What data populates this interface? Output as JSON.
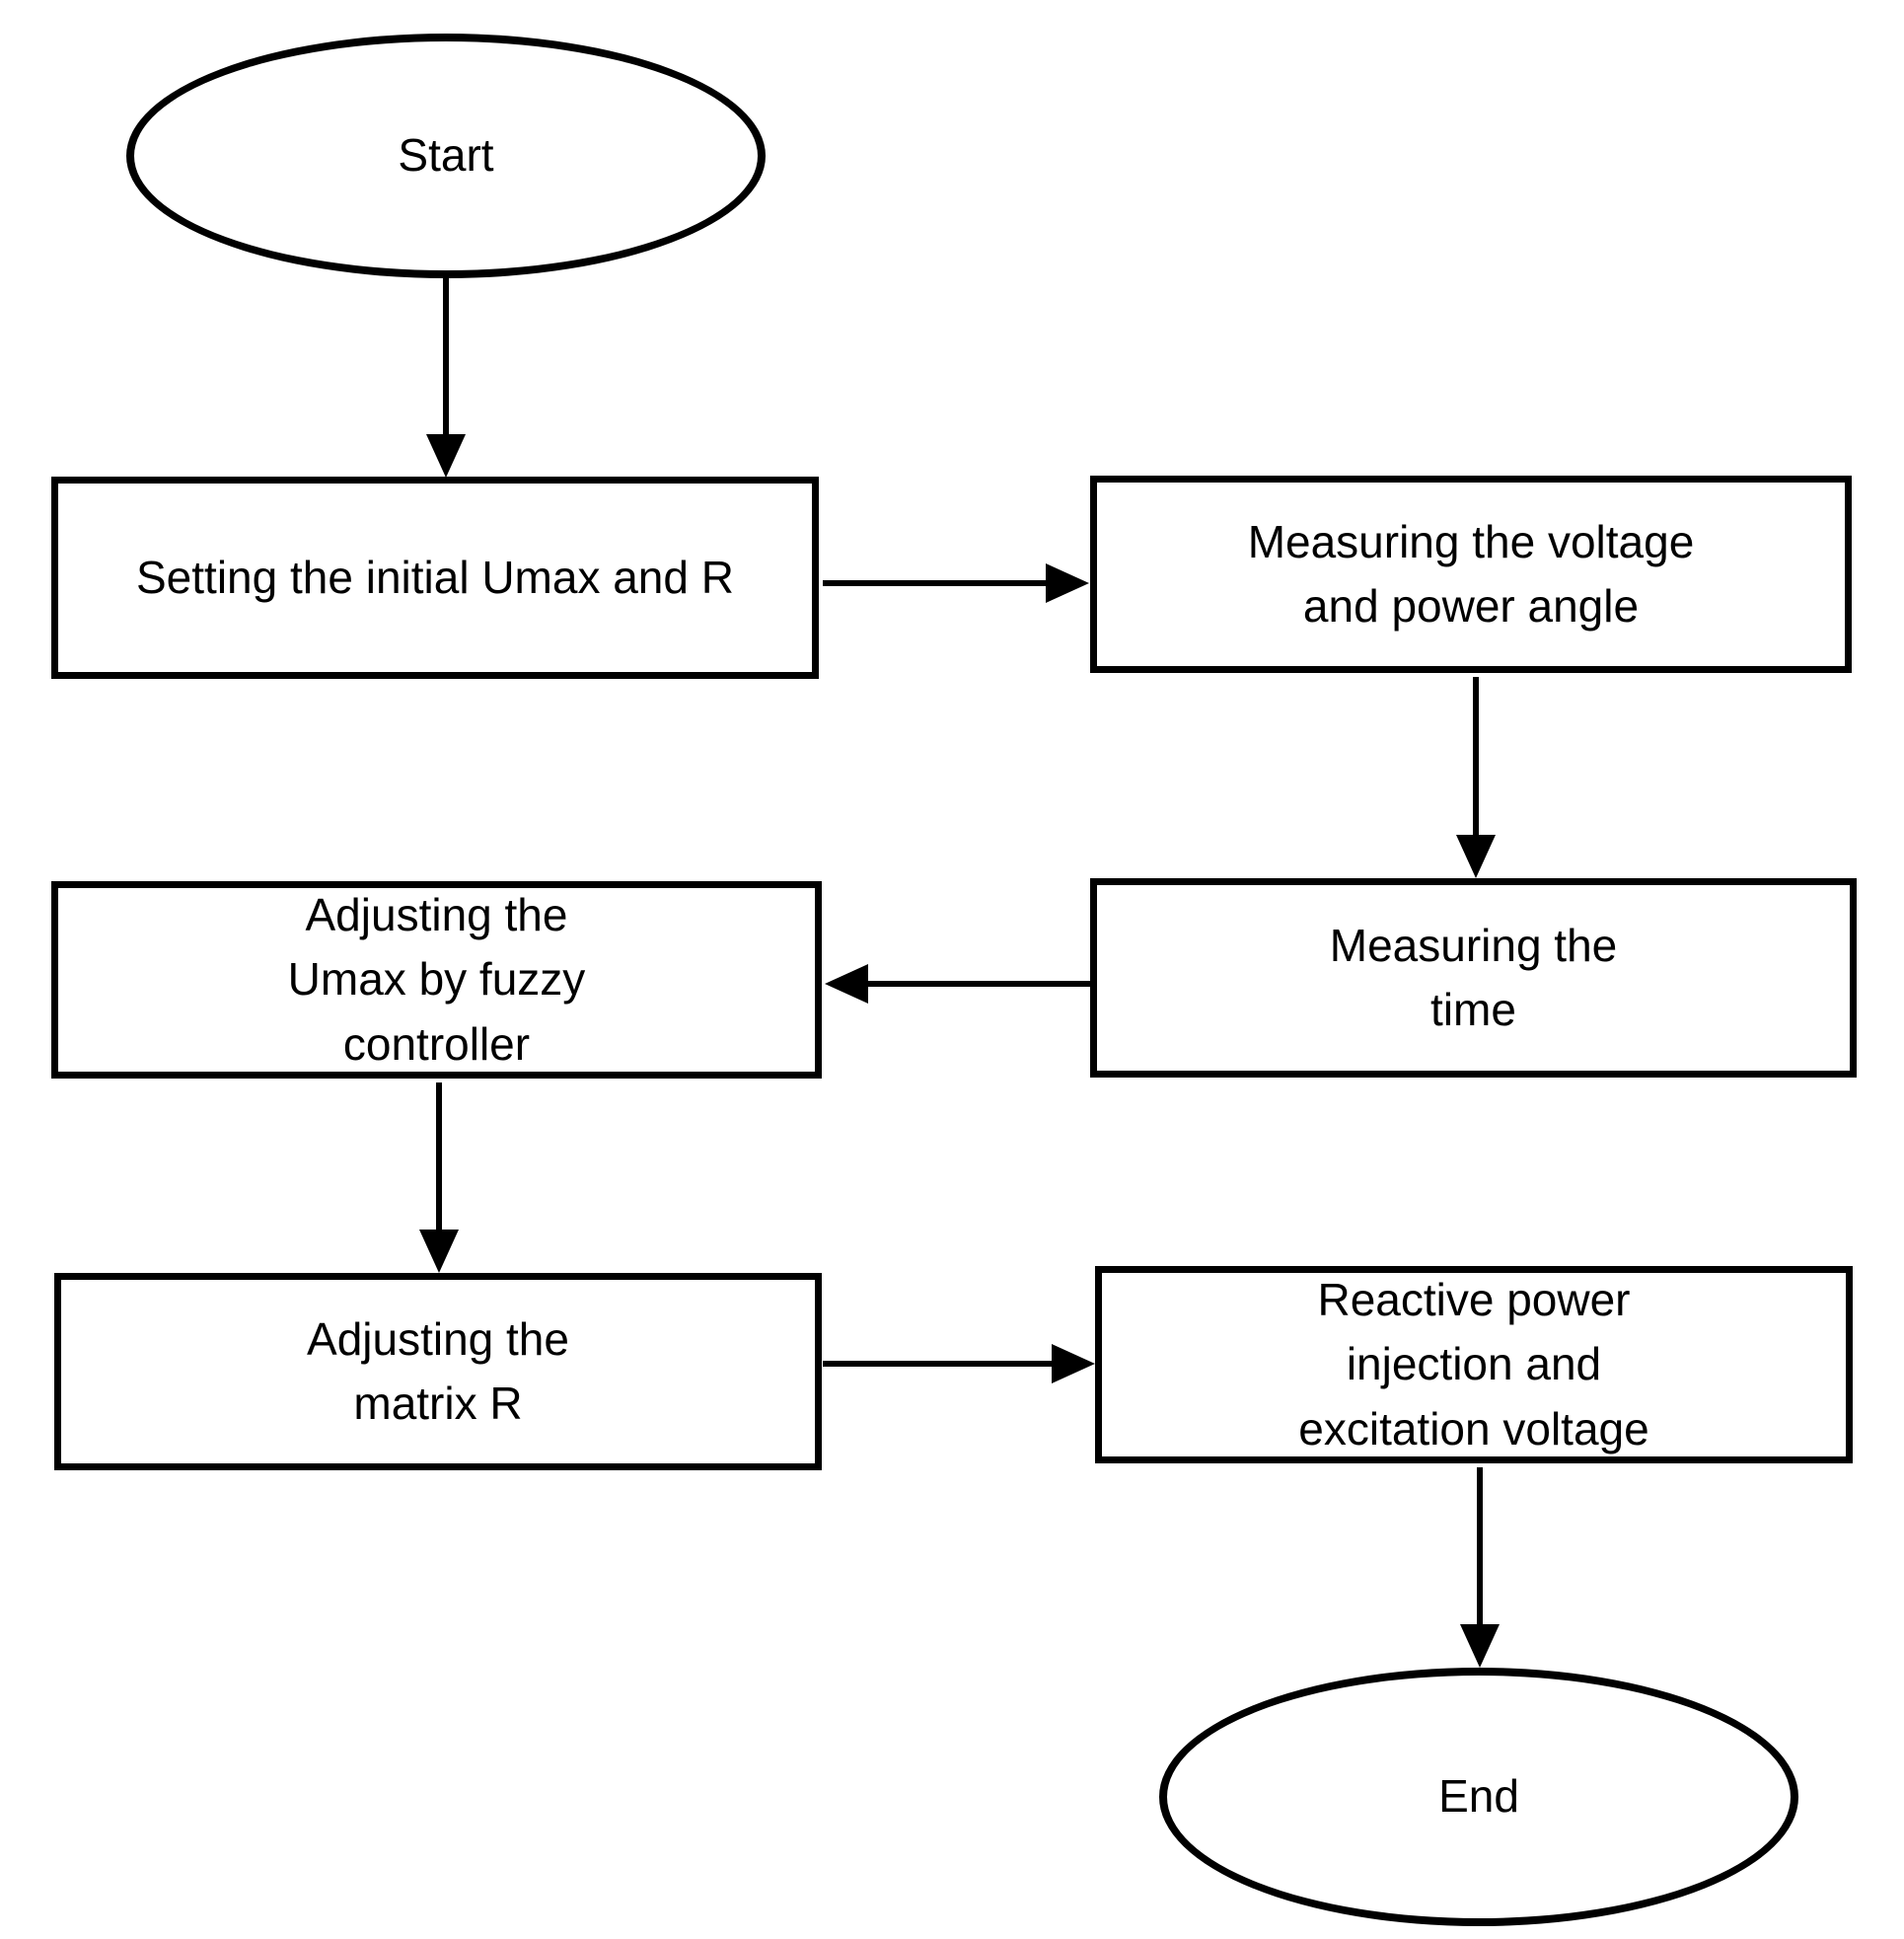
{
  "colors": {
    "stroke": "#000000",
    "text": "#000000",
    "background": "#ffffff"
  },
  "nodes": {
    "start": {
      "label": "Start",
      "shape": "ellipse"
    },
    "setting_initial": {
      "label": "Setting the initial Umax and R",
      "shape": "rect"
    },
    "measuring_voltage": {
      "label": "Measuring the voltage\nand power angle",
      "shape": "rect"
    },
    "measuring_time": {
      "label": "Measuring the\ntime",
      "shape": "rect"
    },
    "adjusting_umax": {
      "label": "Adjusting the\nUmax by fuzzy\ncontroller",
      "shape": "rect"
    },
    "adjusting_matrix": {
      "label": "Adjusting the\nmatrix R",
      "shape": "rect"
    },
    "reactive_power": {
      "label": "Reactive power\ninjection and\nexcitation voltage",
      "shape": "rect"
    },
    "end": {
      "label": "End",
      "shape": "ellipse"
    }
  },
  "edges": [
    {
      "from": "start",
      "to": "setting_initial",
      "direction": "down"
    },
    {
      "from": "setting_initial",
      "to": "measuring_voltage",
      "direction": "right"
    },
    {
      "from": "measuring_voltage",
      "to": "measuring_time",
      "direction": "down"
    },
    {
      "from": "measuring_time",
      "to": "adjusting_umax",
      "direction": "left"
    },
    {
      "from": "adjusting_umax",
      "to": "adjusting_matrix",
      "direction": "down"
    },
    {
      "from": "adjusting_matrix",
      "to": "reactive_power",
      "direction": "right"
    },
    {
      "from": "reactive_power",
      "to": "end",
      "direction": "down"
    }
  ]
}
